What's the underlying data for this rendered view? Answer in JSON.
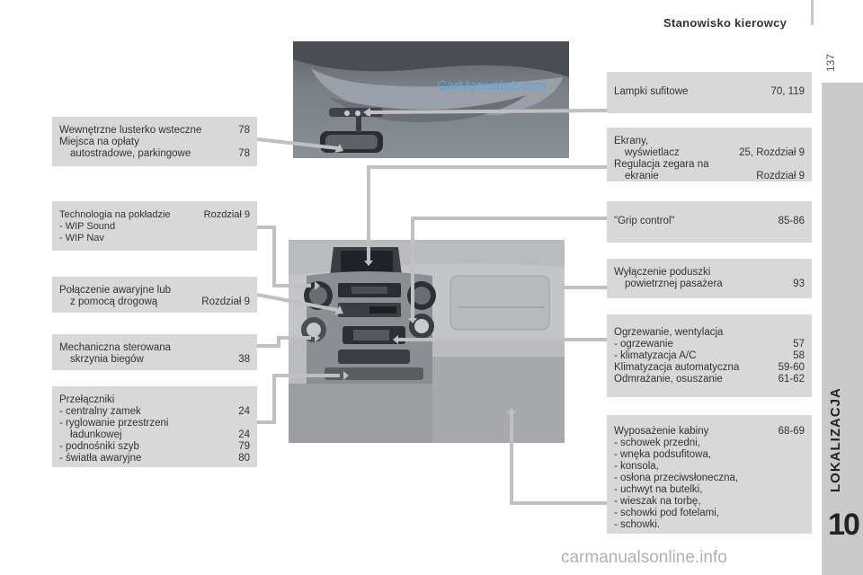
{
  "header": {
    "title": "Stanowisko kierowcy",
    "page": "137"
  },
  "side": {
    "label": "LOKALIZACJA",
    "chapter": "10"
  },
  "watermarks": {
    "top": "CarManuals2.com",
    "bottom": "carmanualsonline.info"
  },
  "left_boxes": {
    "mirror": {
      "line1_l": "Wewnętrzne lusterko wsteczne",
      "line1_r": "78",
      "line2": "Miejsca na opłaty",
      "line3_l": "autostradowe, parkingowe",
      "line3_r": "78"
    },
    "tech": {
      "line1_l": "Technologia na pokładzie",
      "line1_r": "Rozdział 9",
      "line2": "-  WIP Sound",
      "line3": "-  WIP Nav"
    },
    "emergency": {
      "line1": "Połączenie awaryjne lub",
      "line2_l": "z pomocą drogową",
      "line2_r": "Rozdział 9"
    },
    "gearbox": {
      "line1": "Mechaniczna sterowana",
      "line2_l": "skrzynia biegów",
      "line2_r": "38"
    },
    "switches": {
      "title": "Przełączniki",
      "i1_l": "-  centralny zamek",
      "i1_r": "24",
      "i2": "-  ryglowanie przestrzeni",
      "i3_l": "ładunkowej",
      "i3_r": "24",
      "i4_l": "-  podnośniki szyb",
      "i4_r": "79",
      "i5_l": "-  światła awaryjne",
      "i5_r": "80"
    }
  },
  "right_boxes": {
    "lamps": {
      "l": "Lampki sufitowe",
      "r": "70, 119"
    },
    "screens": {
      "line1": "Ekrany,",
      "line2_l": "wyświetlacz",
      "line2_r": "25, Rozdział 9",
      "line3": "Regulacja zegara na",
      "line4_l": "ekranie",
      "line4_r": "Rozdział 9"
    },
    "grip": {
      "l": "\"Grip control\"",
      "r": "85-86"
    },
    "airbag": {
      "line1": "Wyłączenie poduszki",
      "line2_l": "powietrznej pasażera",
      "line2_r": "93"
    },
    "heating": {
      "title": "Ogrzewanie, wentylacja",
      "i1_l": "-  ogrzewanie",
      "i1_r": "57",
      "i2_l": "-  klimatyzacja A/C",
      "i2_r": "58",
      "i3_l": "Klimatyzacja automatyczna",
      "i3_r": "59-60",
      "i4_l": "Odmrażanie, osuszanie",
      "i4_r": "61-62"
    },
    "cabin": {
      "title_l": "Wyposażenie kabiny",
      "title_r": "68-69",
      "items": [
        "-  schowek przedni,",
        "-  wnęka podsufitowa,",
        "-  konsola,",
        "-  osłona przeciwsłoneczna,",
        "-  uchwyt na butelki,",
        "-  wieszak na torbę,",
        "-  schowki pod fotelami,",
        "-  schowki."
      ]
    }
  }
}
